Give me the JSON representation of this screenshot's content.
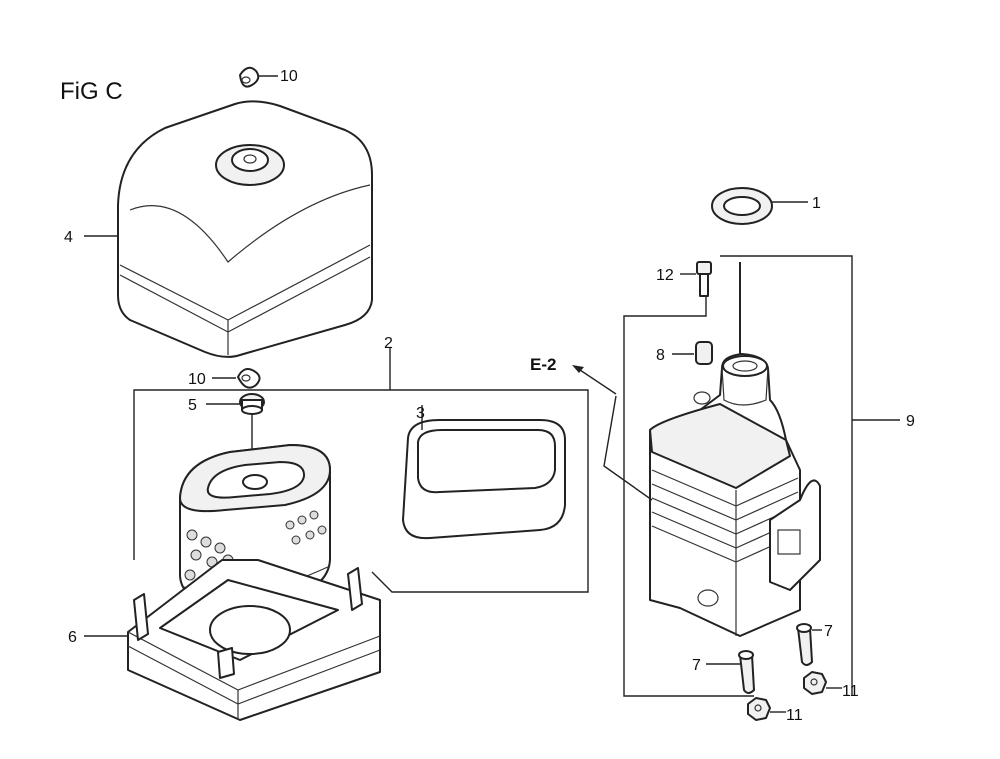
{
  "figure": {
    "title": "FiG C"
  },
  "reference": {
    "label": "E-2"
  },
  "callouts": {
    "c1": "1",
    "c2": "2",
    "c3": "3",
    "c4": "4",
    "c5": "5",
    "c6": "6",
    "c7a": "7",
    "c7b": "7",
    "c8": "8",
    "c9": "9",
    "c10a": "10",
    "c10b": "10",
    "c11a": "11",
    "c11b": "11",
    "c12": "12"
  }
}
